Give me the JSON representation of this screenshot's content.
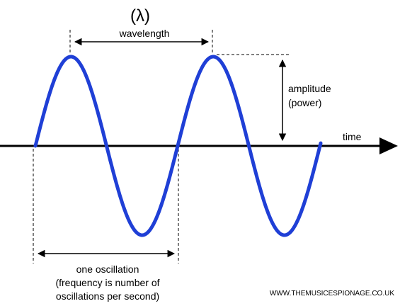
{
  "labels": {
    "lambda": "(λ)",
    "wavelength": "wavelength",
    "amplitude_line1": "amplitude",
    "amplitude_line2": "(power)",
    "time": "time",
    "one_oscillation": "one oscillation",
    "frequency_line1": "(frequency is number of",
    "frequency_line2": "oscillations per second)",
    "website": "WWW.THEMUSICESPIONAGE.CO.UK"
  },
  "colors": {
    "wave": "#1f3fd6",
    "ink": "#000000",
    "background": "#ffffff"
  }
}
